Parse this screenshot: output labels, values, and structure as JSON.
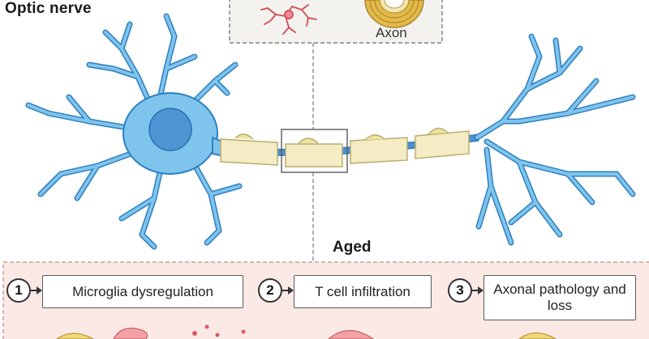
{
  "labels": {
    "optic_nerve": "Optic nerve",
    "axon": "Axon",
    "aged": "Aged"
  },
  "steps": [
    {
      "number": "1",
      "text": "Microglia dysregulation"
    },
    {
      "number": "2",
      "text": "T cell infiltration"
    },
    {
      "number": "3",
      "text": "Axonal pathology and loss"
    }
  ],
  "colors": {
    "neuron_fill": "#7ec4ec",
    "neuron_stroke": "#2f7fc1",
    "nucleus": "#4f95d3",
    "myelin": "#f3ecc4",
    "myelin_stroke": "#b8ab6a",
    "axon": "#4d8fd0",
    "aged_panel": "#fbe9e6",
    "microglia": "#e0535a",
    "cross_section": "#e3b949"
  },
  "icons": [
    "microglia-icon",
    "axon-cross-section-icon"
  ]
}
